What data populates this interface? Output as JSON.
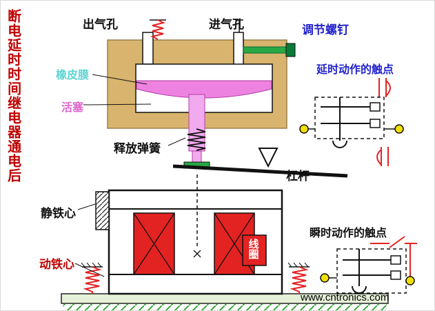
{
  "title": "断电延时时间继电器通电后",
  "labels": {
    "outlet": "出气孔",
    "inlet": "进气孔",
    "adjust_screw": "调节螺钉",
    "diaphragm": "橡皮膜",
    "piston": "活塞",
    "release_spring": "释放弹簧",
    "lever": "杠杆",
    "delay_contacts": "延时动作的触点",
    "static_core": "静铁心",
    "moving_core": "动铁心",
    "coil": "线圈",
    "instant_contacts": "瞬时动作的触点"
  },
  "watermark": "www.cntronics.com",
  "colors": {
    "title-red": "#c00000",
    "label-blue": "#2222cc",
    "label-cyan": "#5fd4d4",
    "label-magenta": "#dd66cc",
    "chamber-tan": "#d8b46e",
    "diaphragm-pink": "#ee82e0",
    "piston-pink": "#f2aaee",
    "screw-green": "#27a845",
    "coil-red": "#e32222",
    "spring-red": "#e32222",
    "terminal-yellow": "#f0e000",
    "base-green": "#3aא3a"
  }
}
